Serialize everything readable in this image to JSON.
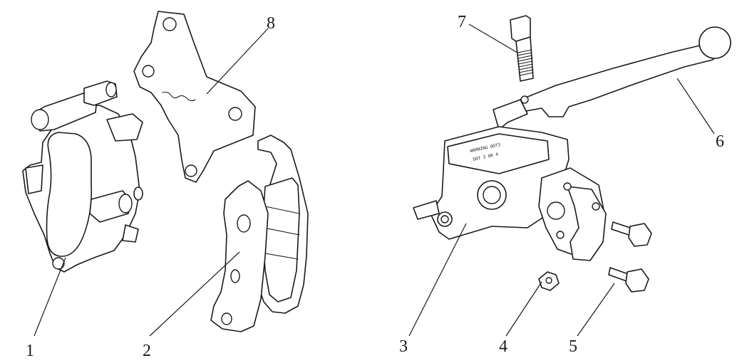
{
  "diagram": {
    "callouts": [
      {
        "id": "1",
        "label": "1"
      },
      {
        "id": "2",
        "label": "2"
      },
      {
        "id": "3",
        "label": "3"
      },
      {
        "id": "4",
        "label": "4"
      },
      {
        "id": "5",
        "label": "5"
      },
      {
        "id": "6",
        "label": "6"
      },
      {
        "id": "7",
        "label": "7"
      },
      {
        "id": "8",
        "label": "8"
      }
    ],
    "parts": [
      {
        "callout": "1",
        "icon": "brake-caliper-icon"
      },
      {
        "callout": "2",
        "icon": "brake-pads-icon"
      },
      {
        "callout": "3",
        "icon": "master-cylinder-icon"
      },
      {
        "callout": "4",
        "icon": "nut-icon"
      },
      {
        "callout": "5",
        "icon": "bolt-icon"
      },
      {
        "callout": "6",
        "icon": "brake-lever-icon"
      },
      {
        "callout": "7",
        "icon": "pivot-bolt-icon"
      },
      {
        "callout": "8",
        "icon": "caliper-bracket-icon"
      }
    ]
  }
}
